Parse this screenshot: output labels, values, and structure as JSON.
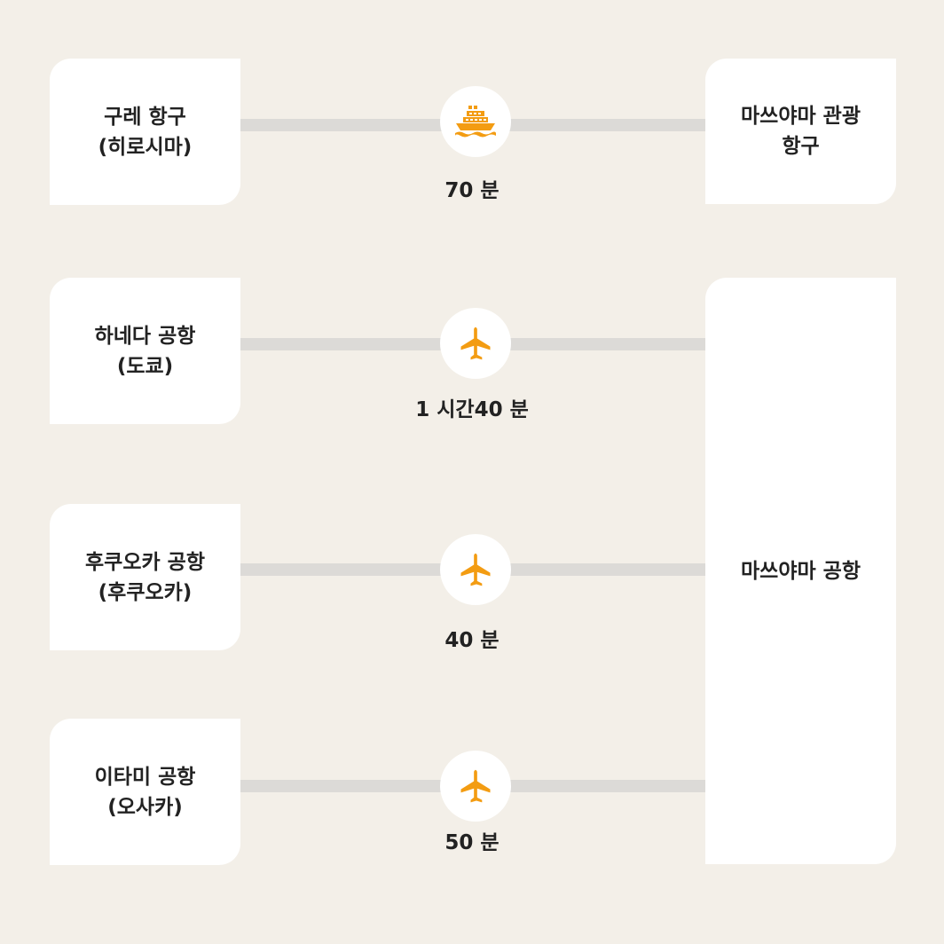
{
  "colors": {
    "background": "#f3efe8",
    "card": "#ffffff",
    "connector": "#dcdad7",
    "icon_accent": "#f39c12",
    "text": "#222222"
  },
  "destinations": {
    "port": "마쓰야마 관광\n항구",
    "airport": "마쓰야마 공항"
  },
  "routes": [
    {
      "origin": "구레 항구\n(히로시마)",
      "mode_icon": "ferry-icon",
      "duration": "70 분"
    },
    {
      "origin": "하네다 공항\n(도쿄)",
      "mode_icon": "airplane-icon",
      "duration": "1 시간40 분"
    },
    {
      "origin": "후쿠오카 공항\n(후쿠오카)",
      "mode_icon": "airplane-icon",
      "duration": "40 분"
    },
    {
      "origin": "이타미 공항\n(오사카)",
      "mode_icon": "airplane-icon",
      "duration": "50 분"
    }
  ]
}
